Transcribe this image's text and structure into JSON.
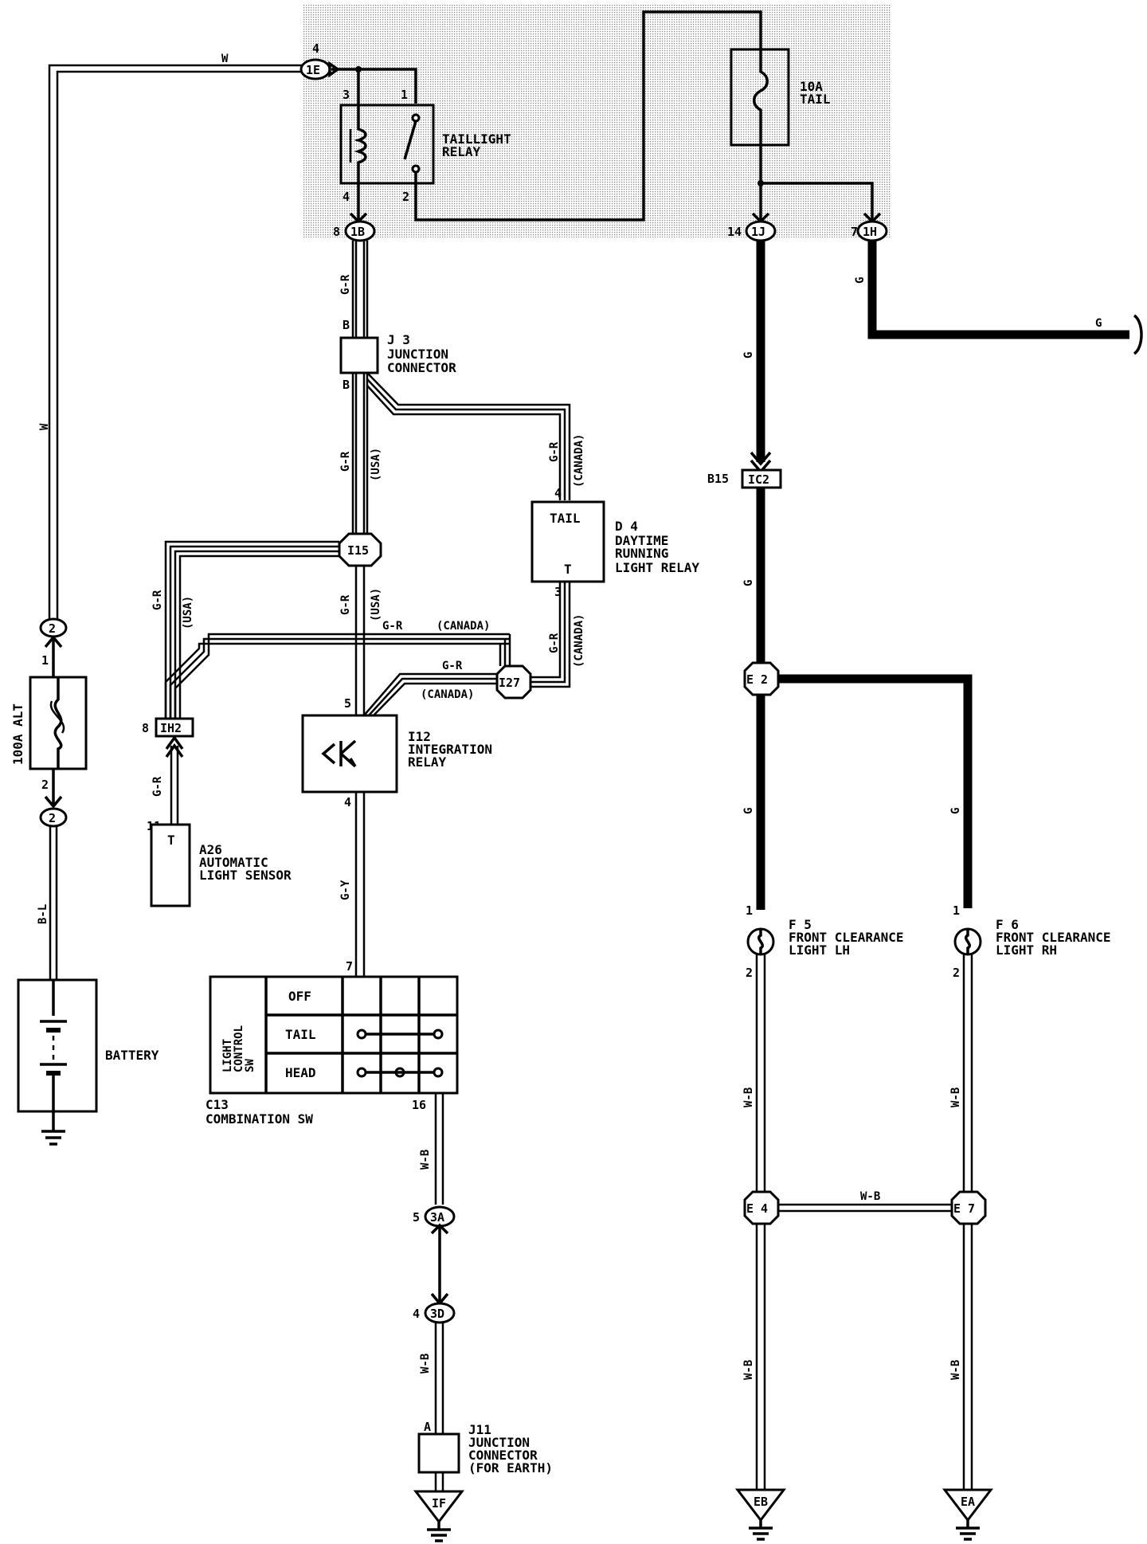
{
  "wires": {
    "w": "W",
    "gr": "G-R",
    "g": "G",
    "bl": "B-L",
    "gy": "G-Y",
    "wb": "W-B"
  },
  "notes": {
    "usa": "(USA)",
    "canada": "(CANADA)"
  },
  "components": {
    "taillight_relay": [
      "TAILLIGHT",
      "RELAY"
    ],
    "fuse_tail": [
      "10A",
      "TAIL"
    ],
    "fuse_alt": "100A ALT",
    "battery": "BATTERY",
    "j3": [
      "J 3",
      "JUNCTION",
      "CONNECTOR"
    ],
    "d4": [
      "D 4",
      "DAYTIME",
      "RUNNING",
      "LIGHT RELAY"
    ],
    "d4_tail": "TAIL",
    "d4_t": "T",
    "i12": [
      "I12",
      "INTEGRATION",
      "RELAY"
    ],
    "a26": [
      "A26",
      "AUTOMATIC",
      "LIGHT SENSOR"
    ],
    "a26_t": "T",
    "c13": [
      "C13",
      "COMBINATION SW"
    ],
    "c13_side": [
      "LIGHT",
      "CONTROL",
      "SW"
    ],
    "c13_rows": [
      "OFF",
      "TAIL",
      "HEAD"
    ],
    "j11": [
      "J11",
      "JUNCTION",
      "CONNECTOR",
      "(FOR EARTH)"
    ],
    "f5": [
      "F 5",
      "FRONT CLEARANCE",
      "LIGHT LH"
    ],
    "f6": [
      "F 6",
      "FRONT CLEARANCE",
      "LIGHT RH"
    ]
  },
  "connectors": {
    "c1e": "1E",
    "c1b": "1B",
    "c1j": "1J",
    "c1h": "1H",
    "ic2": "IC2",
    "ih2": "IH2",
    "i15": "I15",
    "i27": "I27",
    "e2": "E 2",
    "e4": "E 4",
    "e7": "E 7",
    "c2a": "2",
    "c2b": "2",
    "c3a": "3A",
    "c3d": "3D",
    "if": "IF",
    "eb": "EB",
    "ea": "EA"
  },
  "pins": {
    "p_1e": "4",
    "p_relay3": "3",
    "p_relay1": "1",
    "p_relay4": "4",
    "p_relay2": "2",
    "p_1b": "8",
    "p_1j": "14",
    "p_1h": "7",
    "p_j3_top": "B",
    "p_j3_bot": "B",
    "p_d4_top": "4",
    "p_d4_bot": "3",
    "p_ic2": "B15",
    "p_ih2": "8",
    "p_a26": "11",
    "p_i12_top": "5",
    "p_i12_bot": "4",
    "p_c13_top": "7",
    "p_c13_bot": "16",
    "p_3a": "5",
    "p_3d": "4",
    "p_j11": "A",
    "p_alt1": "1",
    "p_alt2": "2",
    "p_f5_1": "1",
    "p_f5_2": "2",
    "p_f6_1": "1",
    "p_f6_2": "2"
  }
}
